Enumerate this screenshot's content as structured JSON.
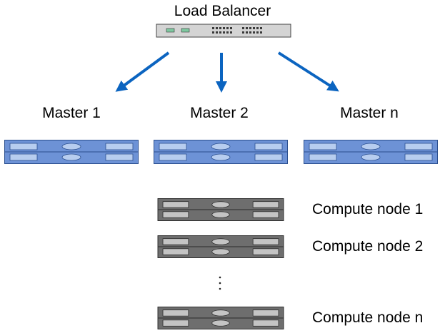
{
  "load_balancer": {
    "label": "Load Balancer",
    "icon": "network-switch-icon"
  },
  "masters": [
    {
      "label": "Master 1",
      "icon": "server-icon"
    },
    {
      "label": "Master 2",
      "icon": "server-icon"
    },
    {
      "label": "Master n",
      "icon": "server-icon"
    }
  ],
  "compute_nodes": [
    {
      "label": "Compute node 1",
      "icon": "server-icon"
    },
    {
      "label": "Compute node 2",
      "icon": "server-icon"
    },
    {
      "label": "Compute node n",
      "icon": "server-icon"
    }
  ],
  "colors": {
    "arrow": "#0b64c0",
    "master_body": "#6d92d6",
    "master_border": "#2b4f8f",
    "master_panel": "#b7cdef",
    "compute_body": "#6e6e6e",
    "compute_border": "#2a2a2a",
    "compute_panel": "#c4c4c4",
    "switch_body": "#d4d4d4",
    "switch_port": "#3a3a3a",
    "switch_led": "#7fc8a0"
  }
}
